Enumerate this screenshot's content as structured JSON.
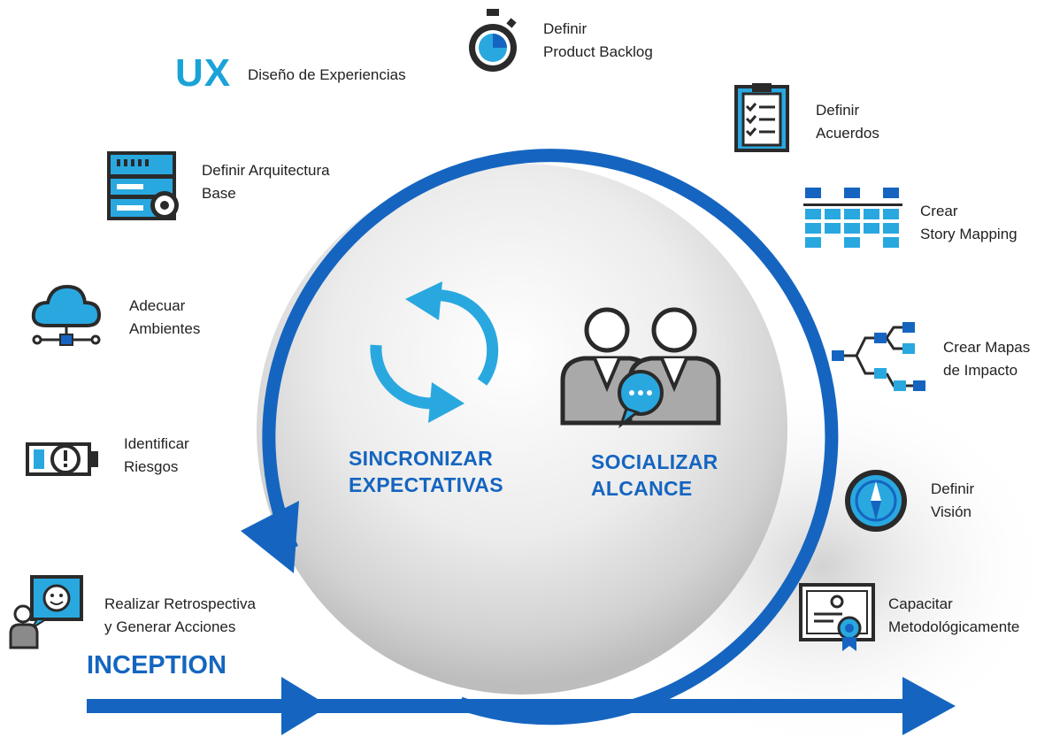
{
  "brand": {
    "ux": "UX"
  },
  "colors": {
    "primary": "#1565c0",
    "accent": "#1ba3d8",
    "dark": "#2a2a2a",
    "gray": "#9a9a9a"
  },
  "center": {
    "left_title": [
      "SINCRONIZAR",
      "EXPECTATIVAS"
    ],
    "right_title": [
      "SOCIALIZAR",
      "ALCANCE"
    ]
  },
  "phase_label": "INCEPTION",
  "activities": [
    {
      "id": "ux",
      "icon": "ux-text",
      "lines": [
        "Diseño de Experiencias"
      ]
    },
    {
      "id": "backlog",
      "icon": "stopwatch-icon",
      "lines": [
        "Definir",
        "Product Backlog"
      ]
    },
    {
      "id": "acuerdos",
      "icon": "clipboard-checklist-icon",
      "lines": [
        "Definir",
        "Acuerdos"
      ]
    },
    {
      "id": "story",
      "icon": "story-map-grid-icon",
      "lines": [
        "Crear",
        "Story Mapping"
      ]
    },
    {
      "id": "impacto",
      "icon": "impact-map-tree-icon",
      "lines": [
        "Crear Mapas",
        "de Impacto"
      ]
    },
    {
      "id": "vision",
      "icon": "compass-icon",
      "lines": [
        "Definir",
        "Visión"
      ]
    },
    {
      "id": "capacitar",
      "icon": "certificate-icon",
      "lines": [
        "Capacitar",
        "Metodológicamente"
      ]
    },
    {
      "id": "arquitectura",
      "icon": "server-gear-icon",
      "lines": [
        "Definir Arquitectura",
        "Base"
      ]
    },
    {
      "id": "ambientes",
      "icon": "cloud-network-icon",
      "lines": [
        "Adecuar",
        "Ambientes"
      ]
    },
    {
      "id": "riesgos",
      "icon": "risk-warning-icon",
      "lines": [
        "Identificar",
        "Riesgos"
      ]
    },
    {
      "id": "retro",
      "icon": "person-smile-icon",
      "lines": [
        "Realizar Retrospectiva",
        "y Generar Acciones"
      ]
    }
  ]
}
